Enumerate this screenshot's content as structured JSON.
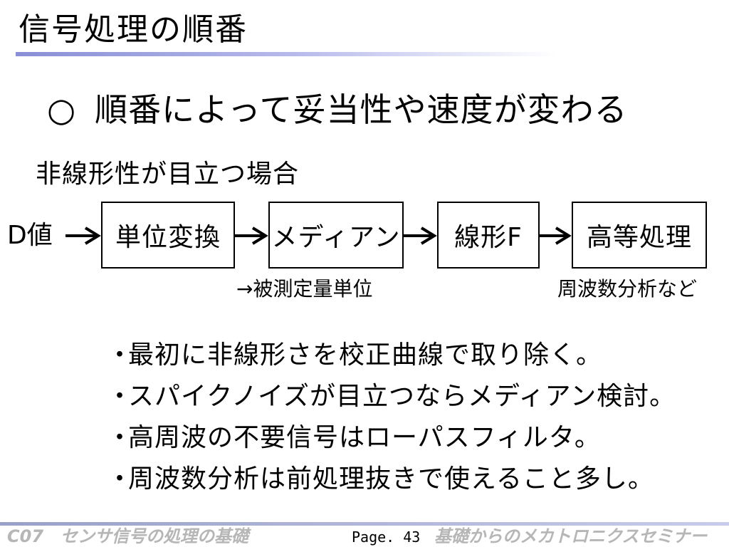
{
  "slide": {
    "title": "信号処理の順番",
    "heading_mark": "○",
    "heading": "順番によって妥当性や速度が変わる",
    "subheading": "非線形性が目立つ場合"
  },
  "diagram": {
    "input_label": "D値",
    "boxes": [
      "単位変換",
      "メディアン",
      "線形F",
      "高等処理"
    ],
    "notes": [
      "→被測定量単位",
      "周波数分析など"
    ]
  },
  "bullets": {
    "marker": "・",
    "items": [
      "最初に非線形さを校正曲線で取り除く。",
      "スパイクノイズが目立つならメディアン検討。",
      "高周波の不要信号はローパスフィルタ。",
      "周波数分析は前処理抜きで使えること多し。"
    ]
  },
  "footer": {
    "left": "C07　センサ信号の処理の基礎",
    "page": "Page. 43",
    "right": "基礎からのメカトロニクスセミナー"
  },
  "colors": {
    "accent_underline": "#8a8fd6",
    "footer_text": "#b6b6b6"
  }
}
